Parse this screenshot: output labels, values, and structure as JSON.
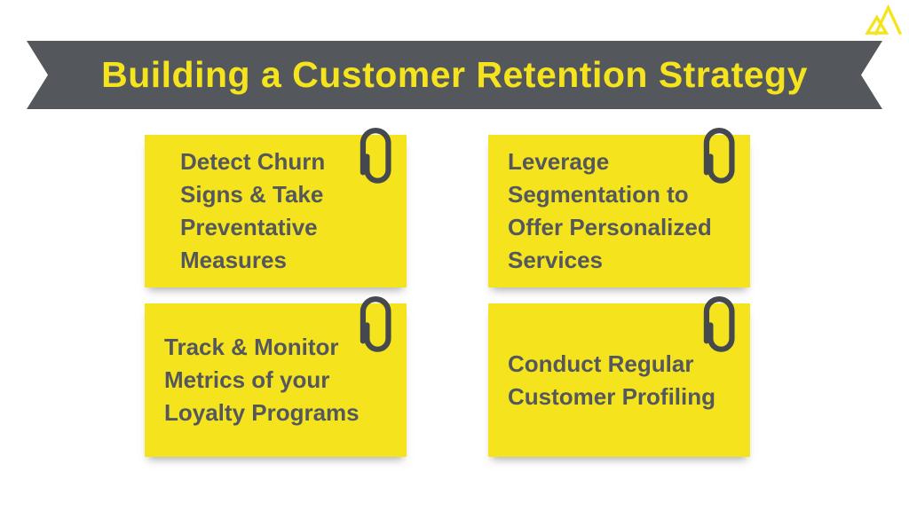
{
  "banner": {
    "title": "Building a Customer Retention Strategy"
  },
  "notes": [
    {
      "text": "Detect Churn\nSigns & Take\nPreventative\nMeasures"
    },
    {
      "text": "Leverage\nSegmentation to\nOffer Personalized\nServices"
    },
    {
      "text": "Track & Monitor\nMetrics of your\nLoyalty Programs"
    },
    {
      "text": "Conduct Regular\nCustomer Profiling"
    }
  ],
  "icons": {
    "logo": "mountain-logo",
    "note_attachment": "paperclip-icon"
  },
  "colors": {
    "yellow": "#F5E41D",
    "banner_gray": "#54585C",
    "text_gray": "#54585D",
    "clip_gray": "#45494E",
    "background": "#FFFFFF"
  }
}
